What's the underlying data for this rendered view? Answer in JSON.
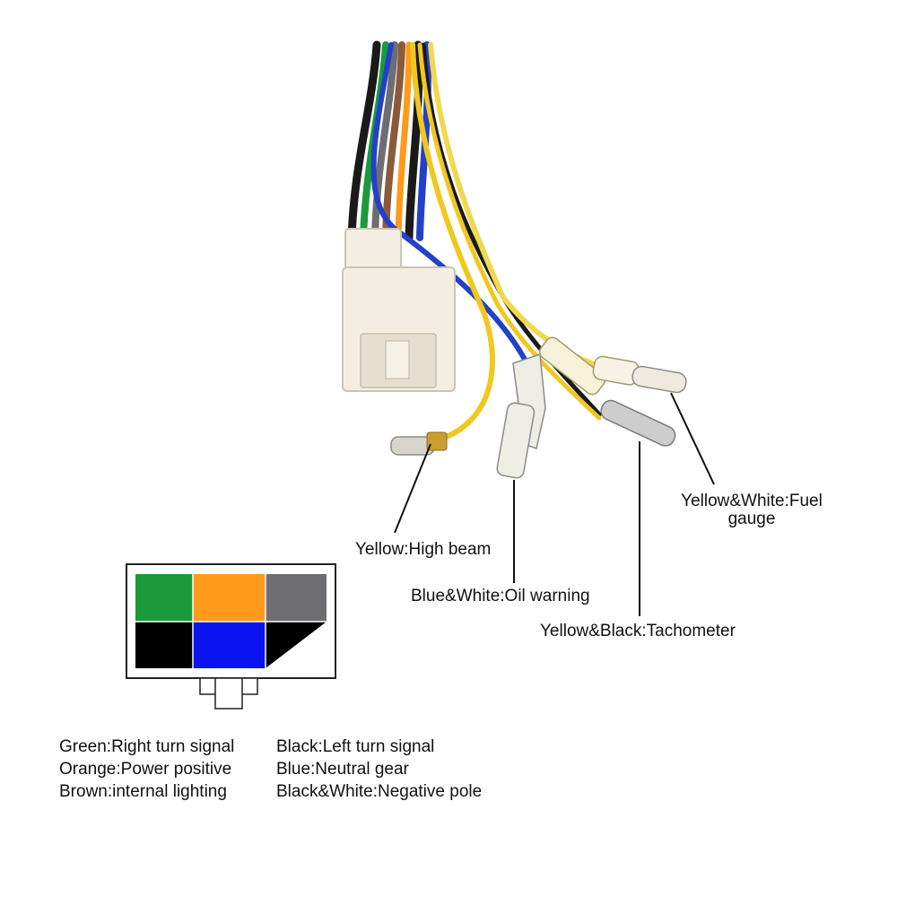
{
  "callouts": {
    "fuel_gauge_line1": "Yellow&White:Fuel",
    "fuel_gauge_line2": "gauge",
    "high_beam": "Yellow:High beam",
    "oil_warning": "Blue&White:Oil warning",
    "tachometer": "Yellow&Black:Tachometer"
  },
  "connector_diagram": {
    "cells": [
      {
        "name": "green-cell",
        "color": "#1a9a3a"
      },
      {
        "name": "orange-cell",
        "color": "#ff9a1a"
      },
      {
        "name": "gray-cell",
        "color": "#6e6e72"
      },
      {
        "name": "black-cell",
        "color": "#000000"
      },
      {
        "name": "blue-cell",
        "color": "#0a14f0"
      },
      {
        "name": "black-white-cell",
        "color": "#000000",
        "secondary": "#ffffff"
      }
    ]
  },
  "legend": {
    "left": [
      "Green:Right turn signal",
      "Orange:Power positive",
      "Brown:internal lighting"
    ],
    "right": [
      "Black:Left turn signal",
      "Blue:Neutral gear",
      "Black&White:Negative pole"
    ]
  },
  "colors": {
    "wire_blue": "#2340c8",
    "wire_yellow": "#f0c81e",
    "wire_black": "#1a1a1a",
    "connector": "#f4eee2"
  }
}
